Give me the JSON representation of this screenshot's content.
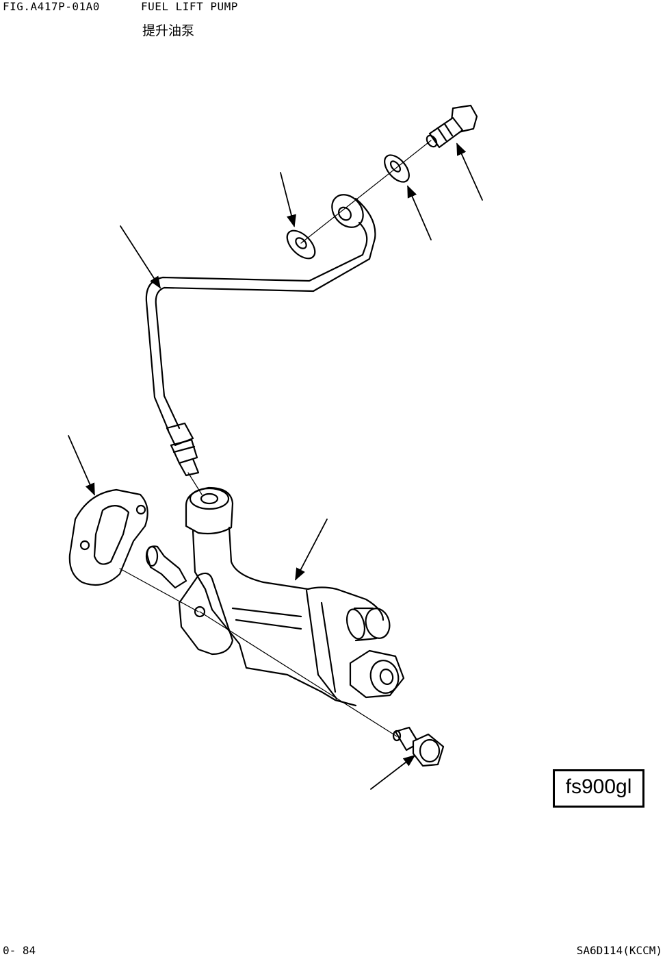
{
  "header": {
    "figure_id": "FIG.A417P-01A0",
    "title": "FUEL LIFT PUMP",
    "subtitle": "提升油泵"
  },
  "reference_box": {
    "code": "fs900gl"
  },
  "footer": {
    "page_number": "0- 84",
    "model_code": "SA6D114(KCCM)"
  },
  "parts": [
    "banjo-bolt",
    "washer-upper",
    "washer-lower",
    "fuel-tube",
    "gasket",
    "fuel-lift-pump",
    "mounting-bolt"
  ]
}
